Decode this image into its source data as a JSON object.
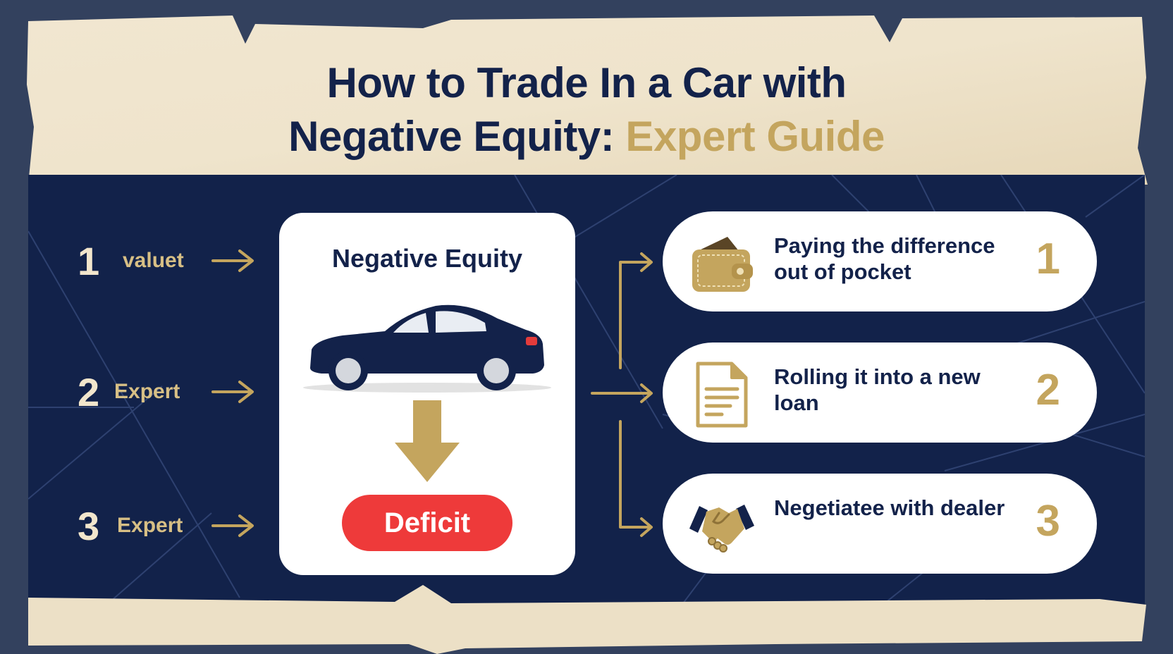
{
  "title": {
    "line1": "How to Trade In a Car with",
    "line2_dark": "Negative Equity: ",
    "line2_gold": "Expert Guide"
  },
  "steps": [
    {
      "number": "1",
      "label": "valuet"
    },
    {
      "number": "2",
      "label": "Expert"
    },
    {
      "number": "3",
      "label": "Expert"
    }
  ],
  "center": {
    "title": "Negative Equity",
    "badge": "Deficit"
  },
  "options": [
    {
      "text": "Paying the difference out of pocket",
      "number": "1",
      "icon": "wallet-icon"
    },
    {
      "text": "Rolling it into a new loan",
      "number": "2",
      "icon": "document-icon"
    },
    {
      "text": "Negetiatee with dealer",
      "number": "3",
      "icon": "handshake-icon"
    }
  ],
  "colors": {
    "navy": "#12224a",
    "gold": "#c4a55e",
    "parchment": "#efe4cf",
    "deficit_red": "#ee3a3a",
    "background": "#33415e"
  }
}
